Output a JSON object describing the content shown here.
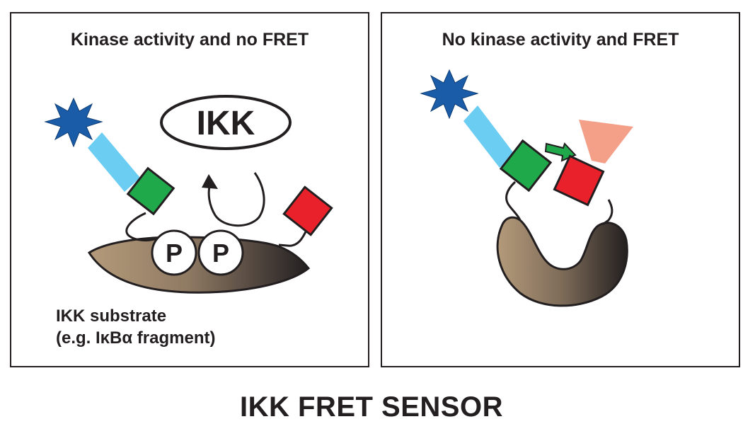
{
  "panels": {
    "left": {
      "title": "Kinase activity and no FRET",
      "enzyme_label": "IKK",
      "phospho_label_1": "P",
      "phospho_label_2": "P",
      "substrate_label_line1": "IKK substrate",
      "substrate_label_line2": "(e.g. IκBα fragment)"
    },
    "right": {
      "title": "No kinase activity and FRET"
    }
  },
  "figure_title": "IKK FRET SENSOR",
  "colors": {
    "outline": "#231f20",
    "excitation_star": "#1b5ca8",
    "excitation_beam": "#6ccdf3",
    "donor_fluorophore": "#1fa94b",
    "acceptor_fluorophore": "#e8212b",
    "emission_beam": "#f4a089",
    "substrate_light": "#b49a7a",
    "substrate_dark": "#231f20"
  }
}
